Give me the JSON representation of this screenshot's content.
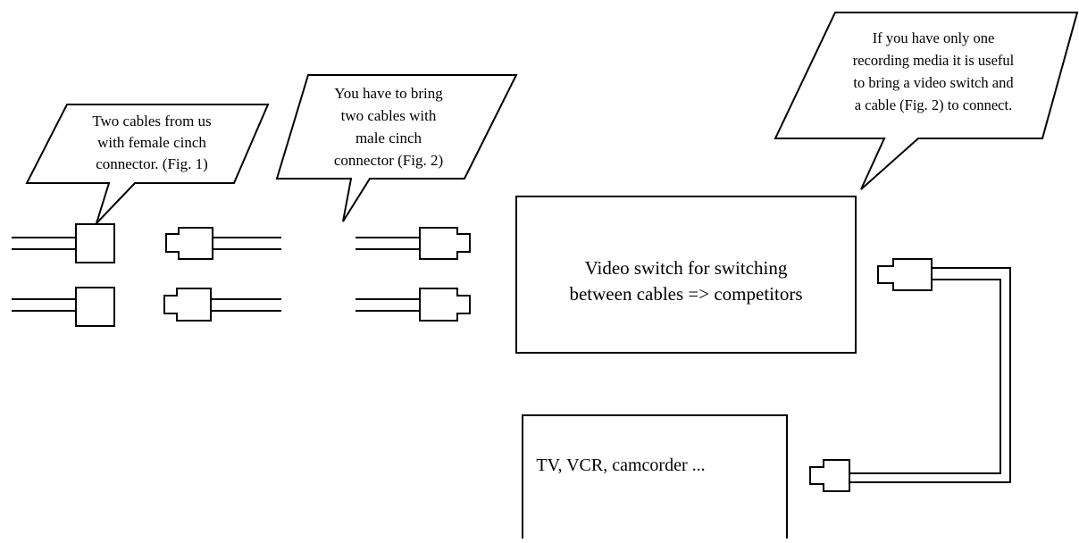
{
  "callouts": {
    "our_cables": {
      "lines": [
        "Two cables from us",
        "with female cinch",
        "connector. (Fig. 1)"
      ]
    },
    "your_cables": {
      "lines": [
        "You have to bring",
        "two cables with",
        "male cinch",
        "connector (Fig. 2)"
      ]
    },
    "switch_tip": {
      "lines": [
        "If  you have only one",
        "recording media it is useful",
        "to bring a video switch and",
        "a cable (Fig. 2) to connect."
      ]
    }
  },
  "video_switch_box": {
    "lines": [
      "Video switch for switching",
      "between cables => competitors"
    ]
  },
  "recorder_box": {
    "label": "TV, VCR, camcorder ..."
  },
  "colors": {
    "line": "#000000",
    "background": "#ffffff"
  }
}
